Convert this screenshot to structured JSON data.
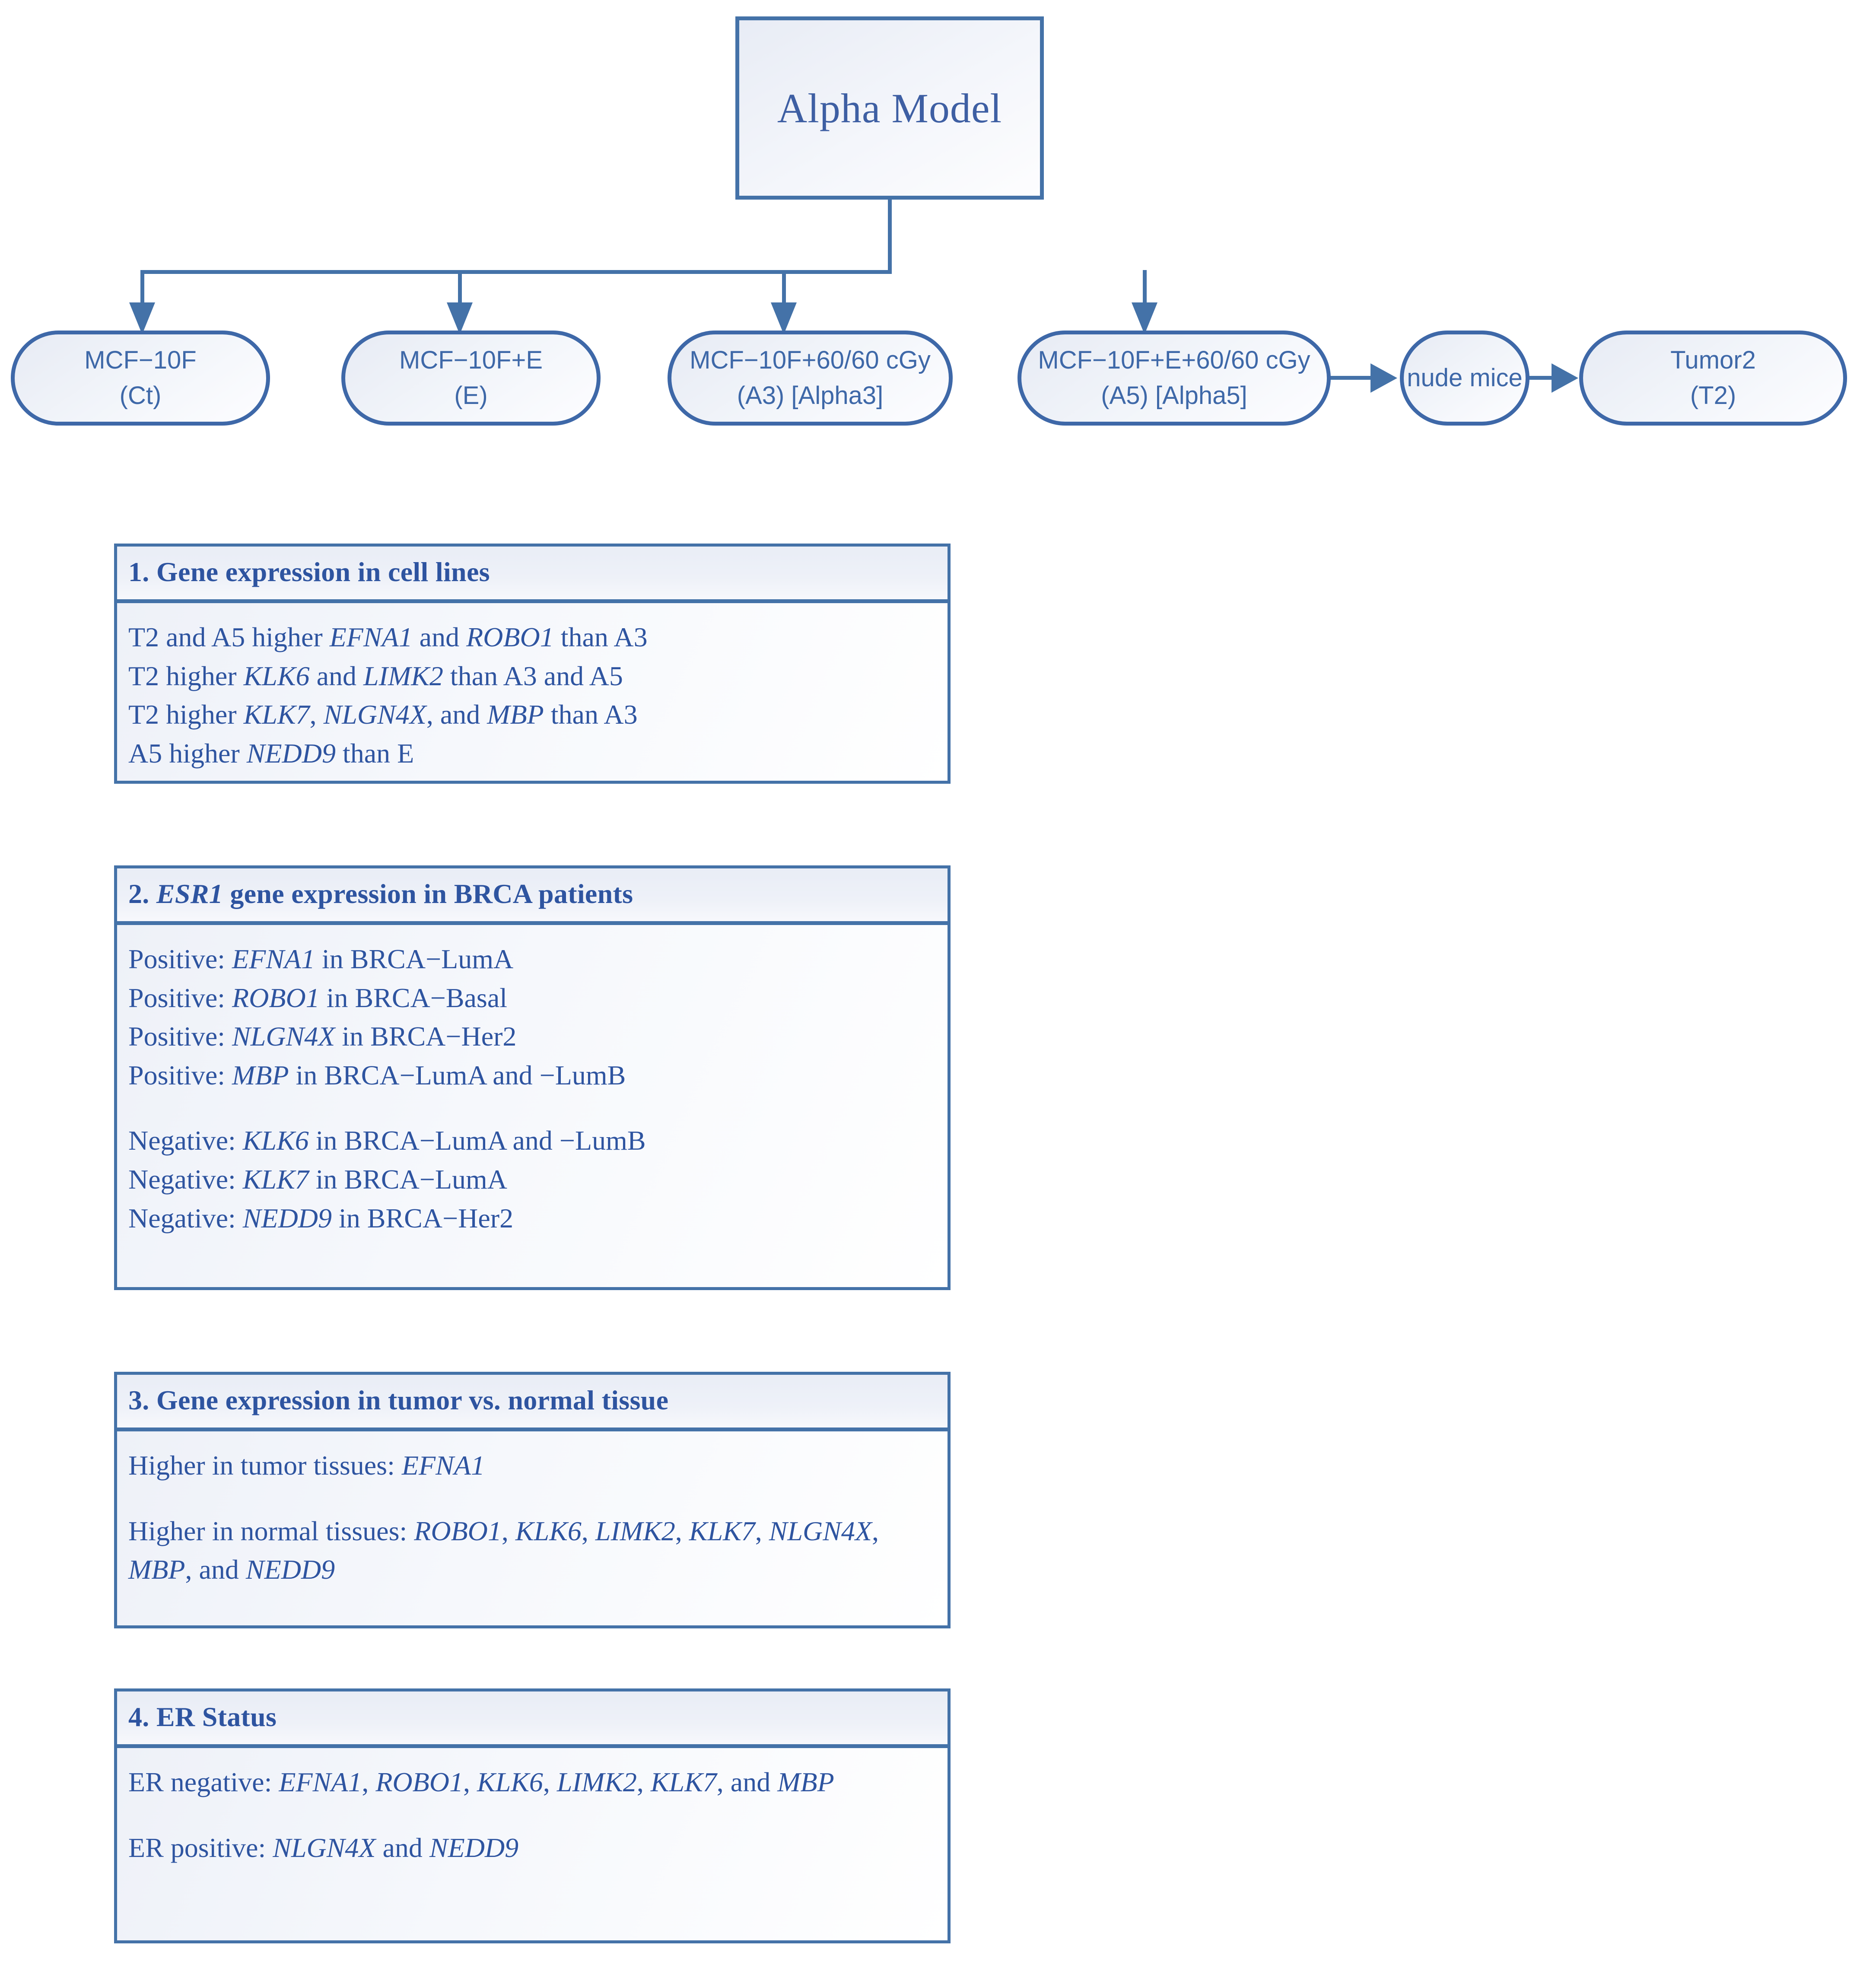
{
  "colors": {
    "accent_border": "#4472A8",
    "node_border": "#3E68A8",
    "text_blue": "#2E54A0",
    "node_text": "#3E68A8",
    "background": "#FFFFFF"
  },
  "flowchart": {
    "root": {
      "label": "Alpha Model"
    },
    "nodes": [
      {
        "line1": "MCF−10F",
        "line2": "(Ct)"
      },
      {
        "line1": "MCF−10F+E",
        "line2": "(E)"
      },
      {
        "line1": "MCF−10F+60/60 cGy",
        "line2": "(A3) [Alpha3]"
      },
      {
        "line1": "MCF−10F+E+60/60 cGy",
        "line2": "(A5) [Alpha5]"
      },
      {
        "line1": "nude mice",
        "line2": ""
      },
      {
        "line1": "Tumor2",
        "line2": "(T2)"
      }
    ]
  },
  "panels": [
    {
      "header_prefix": "1. ",
      "header_italic": "",
      "header_suffix": "Gene expression in cell lines",
      "lines": [
        {
          "type": "text",
          "html": "T2 and A5 higher <i>EFNA1</i> and <i>ROBO1</i> than A3"
        },
        {
          "type": "text",
          "html": "T2 higher <i>KLK6</i> and <i>LIMK2</i> than A3 and A5"
        },
        {
          "type": "text",
          "html": "T2 higher <i>KLK7</i>, <i>NLGN4X</i>, and <i>MBP</i> than A3"
        },
        {
          "type": "text",
          "html": "A5 higher <i>NEDD9</i> than E"
        }
      ]
    },
    {
      "header_prefix": "2. ",
      "header_italic": "ESR1",
      "header_suffix": " gene expression in BRCA patients",
      "lines": [
        {
          "type": "text",
          "html": "Positive: <i>EFNA1</i> in BRCA−LumA"
        },
        {
          "type": "text",
          "html": "Positive: <i>ROBO1</i> in BRCA−Basal"
        },
        {
          "type": "text",
          "html": "Positive: <i>NLGN4X</i> in BRCA−Her2"
        },
        {
          "type": "text",
          "html": "Positive: <i>MBP</i> in BRCA−LumA and −LumB"
        },
        {
          "type": "gap",
          "html": ""
        },
        {
          "type": "text",
          "html": "Negative: <i>KLK6</i> in BRCA−LumA and −LumB"
        },
        {
          "type": "text",
          "html": "Negative: <i>KLK7</i> in BRCA−LumA"
        },
        {
          "type": "text",
          "html": "Negative: <i>NEDD9</i> in BRCA−Her2"
        }
      ]
    },
    {
      "header_prefix": "3. ",
      "header_italic": "",
      "header_suffix": "Gene expression in tumor vs. normal tissue",
      "lines": [
        {
          "type": "text",
          "html": "Higher in tumor tissues: <i>EFNA1</i>"
        },
        {
          "type": "gap",
          "html": ""
        },
        {
          "type": "text",
          "html": "Higher in normal tissues: <i>ROBO1</i>, <i>KLK6</i>, <i>LIMK2</i>, <i>KLK7</i>, <i>NLGN4X</i>, <i>MBP</i>, and <i>NEDD9</i>"
        }
      ]
    },
    {
      "header_prefix": "4. ",
      "header_italic": "",
      "header_suffix": "ER Status",
      "lines": [
        {
          "type": "text",
          "html": "ER negative: <i>EFNA1</i>, <i>ROBO1</i>, <i>KLK6</i>, <i>LIMK2</i>, <i>KLK7</i>, and <i>MBP</i>"
        },
        {
          "type": "gap",
          "html": ""
        },
        {
          "type": "text",
          "html": "ER positive: <i>NLGN4X</i> and <i>NEDD9</i>"
        }
      ]
    }
  ]
}
